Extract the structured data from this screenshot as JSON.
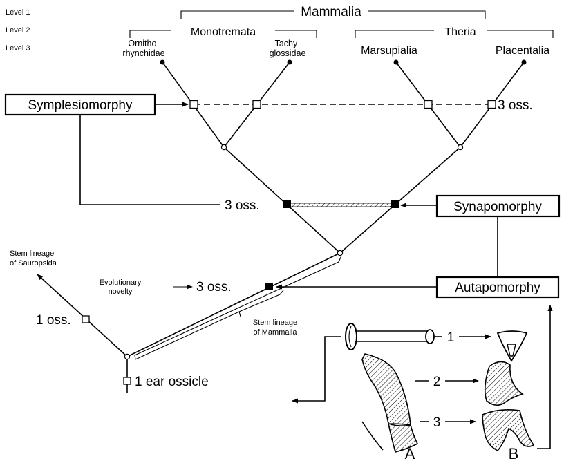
{
  "levels": [
    "Level 1",
    "Level 2",
    "Level 3"
  ],
  "groups": {
    "mammalia": "Mammalia",
    "monotremata": "Monotremata",
    "theria": "Theria"
  },
  "taxa": {
    "ornitho_1": "Ornitho-",
    "ornitho_2": "rhynchidae",
    "tachy_1": "Tachy-",
    "tachy_2": "glossidae",
    "marsupialia": "Marsupialia",
    "placentalia": "Placentalia"
  },
  "boxes": {
    "symplesiomorphy": "Symplesiomorphy",
    "synapomorphy": "Synapomorphy",
    "autapomorphy": "Autapomorphy"
  },
  "labels": {
    "three_oss_top": "3 oss.",
    "three_oss_mid": "3 oss.",
    "three_oss_low": "3 oss.",
    "evo_1": "Evolutionary",
    "evo_2": "novelty",
    "stem_saur_1": "Stem lineage",
    "stem_saur_2": "of Sauropsida",
    "stem_mamm_1": "Stem lineage",
    "stem_mamm_2": "of Mammalia",
    "one_oss": "1 oss.",
    "one_ear": "1 ear ossicle",
    "num_1": "1",
    "num_2": "2",
    "num_3": "3",
    "panel_a": "A",
    "panel_b": "B"
  }
}
